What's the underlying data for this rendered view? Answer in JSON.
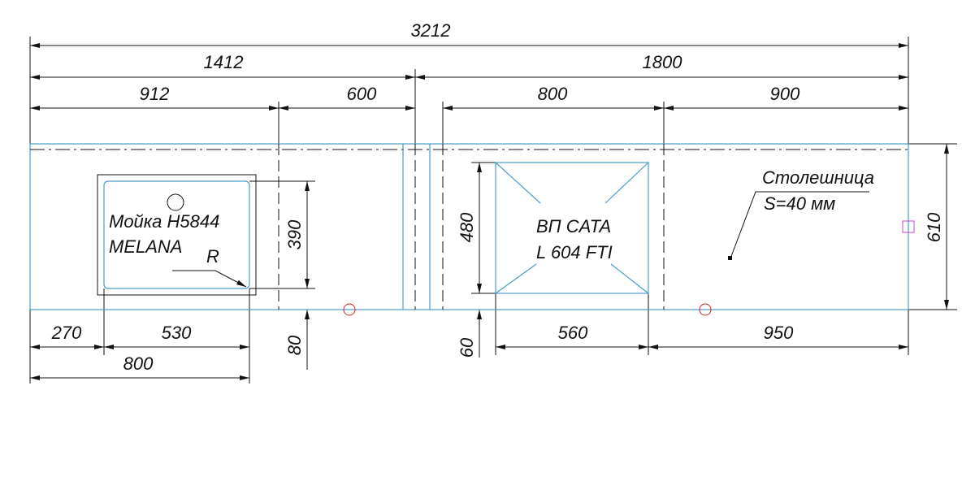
{
  "drawing": {
    "dimensions": {
      "overall_length": "3212",
      "left_section": "1412",
      "right_section": "1800",
      "left_offset": "912",
      "dishwasher_gap": "600",
      "hob_cabinet": "800",
      "right_cabinet": "900",
      "sink_left_offset": "270",
      "sink_width": "530",
      "sink_cabinet": "800",
      "sink_depth": "390",
      "sink_front_offset": "80",
      "hob_depth": "480",
      "hob_front_offset": "60",
      "hob_width": "560",
      "hob_right_offset": "950",
      "countertop_depth": "610"
    },
    "sink": {
      "line1": "Мойка H5844",
      "line2": "MELANA",
      "radius_label": "R"
    },
    "hob": {
      "line1": "ВП CATA",
      "line2": "L 604 FTI"
    },
    "countertop": {
      "line1": "Столешница",
      "line2": "S=40 мм"
    },
    "colors": {
      "outline": "#4a9cc8",
      "marker": "#cc2222",
      "square": "#cc44cc"
    }
  }
}
